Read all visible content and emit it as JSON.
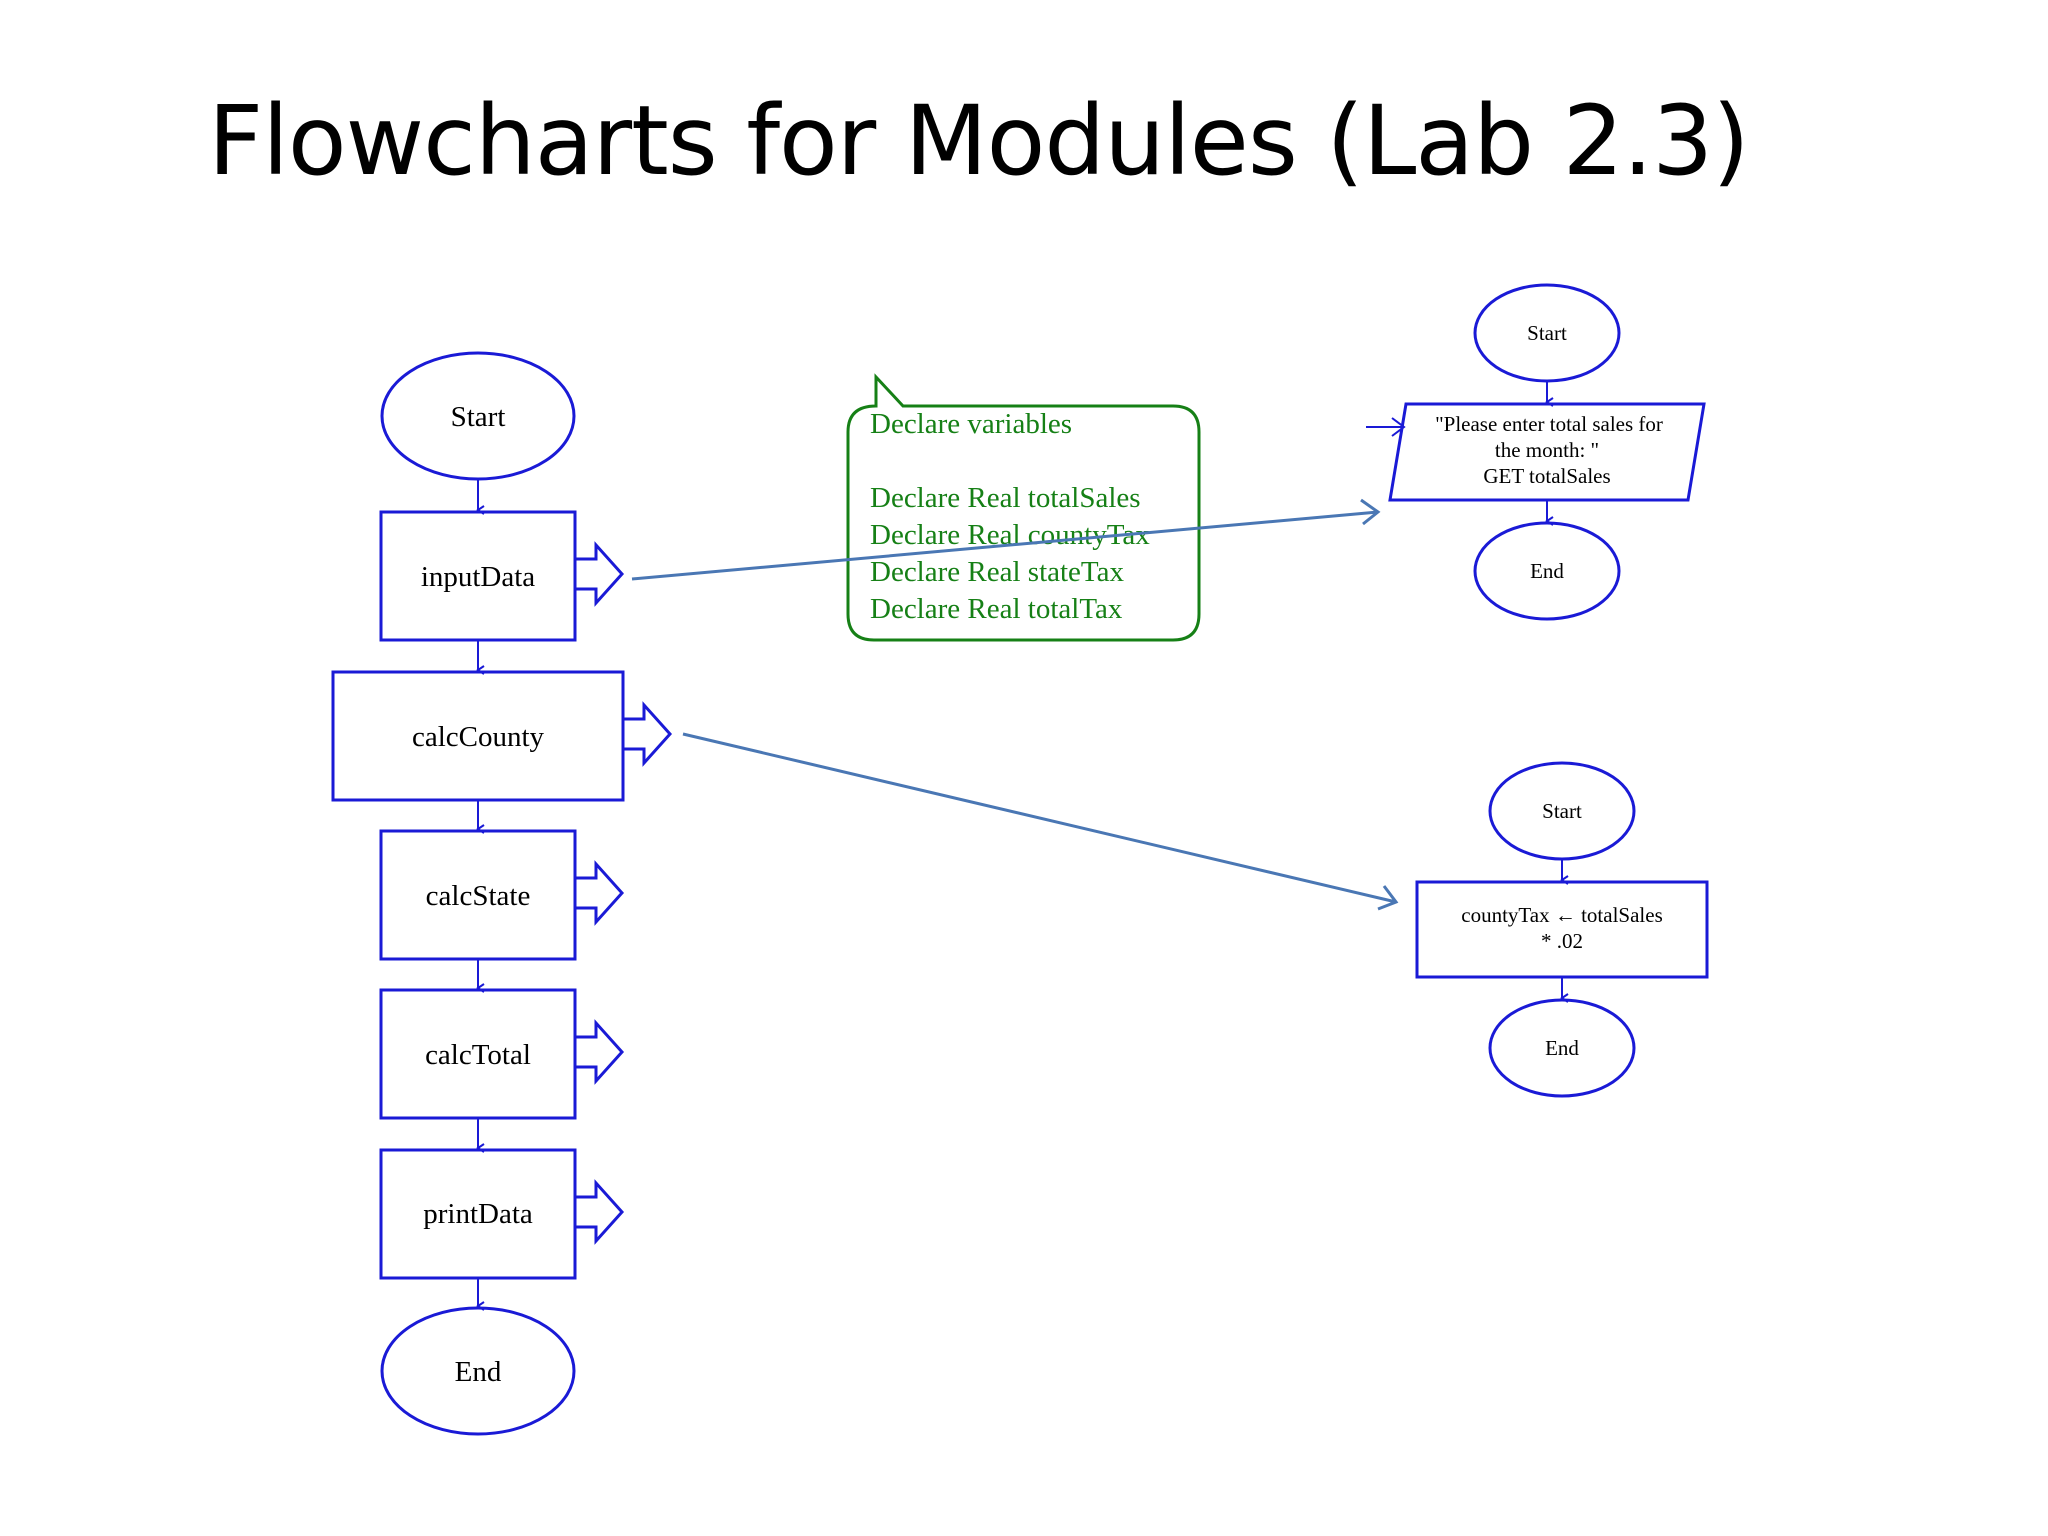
{
  "title": "Flowcharts for Modules (Lab 2.3)",
  "colors": {
    "shape_stroke": "#1a1ad6",
    "connector": "#4a77b4",
    "note": "#168016",
    "text": "#000000"
  },
  "main_flow": {
    "start": "Start",
    "modules": [
      "inputData",
      "calcCounty",
      "calcState",
      "calcTotal",
      "printData"
    ],
    "end": "End"
  },
  "note": {
    "heading": "Declare variables",
    "lines": [
      "Declare Real totalSales",
      "Declare Real countyTax",
      "Declare Real stateTax",
      "Declare Real totalTax"
    ]
  },
  "input_module_flow": {
    "start": "Start",
    "io_lines": [
      "\"Please enter total sales for",
      "the month: \"",
      "GET totalSales"
    ],
    "end": "End"
  },
  "county_module_flow": {
    "start": "Start",
    "process_lines": [
      "countyTax ← totalSales",
      "*  .02"
    ],
    "end": "End"
  }
}
